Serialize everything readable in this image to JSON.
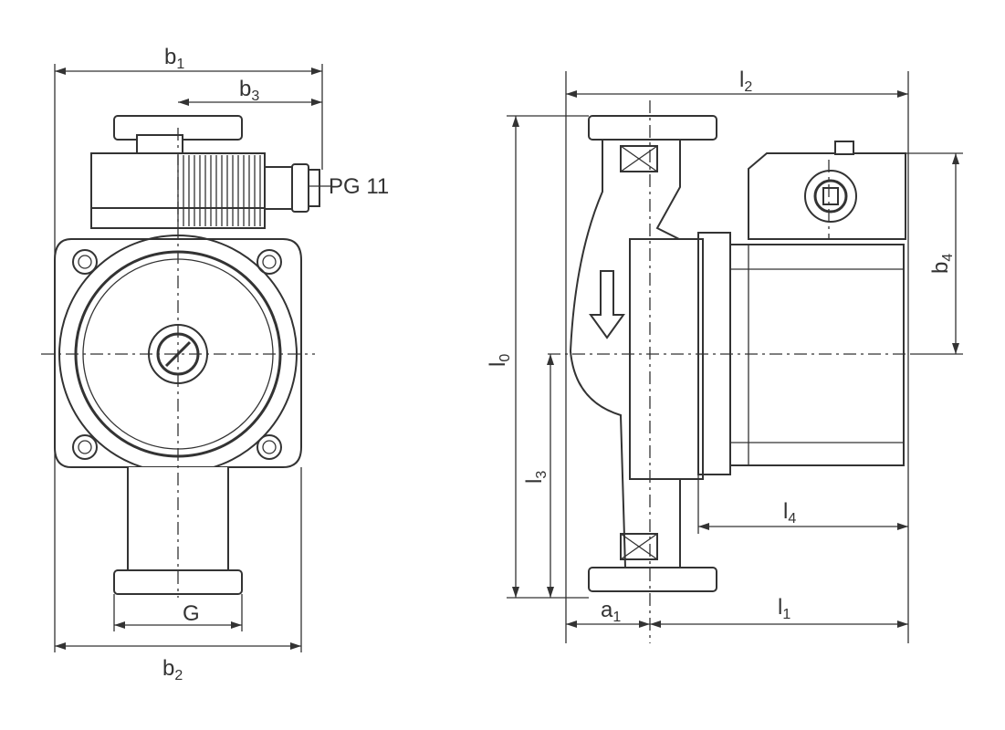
{
  "labels": {
    "b1": {
      "main": "b",
      "sub": "1"
    },
    "b2": {
      "main": "b",
      "sub": "2"
    },
    "b3": {
      "main": "b",
      "sub": "3"
    },
    "b4": {
      "main": "b",
      "sub": "4"
    },
    "l0": {
      "main": "l",
      "sub": "0"
    },
    "l1": {
      "main": "l",
      "sub": "1"
    },
    "l2": {
      "main": "l",
      "sub": "2"
    },
    "l3": {
      "main": "l",
      "sub": "3"
    },
    "l4": {
      "main": "l",
      "sub": "4"
    },
    "a1": {
      "main": "a",
      "sub": "1"
    },
    "pg": "PG 11",
    "g": "G"
  }
}
